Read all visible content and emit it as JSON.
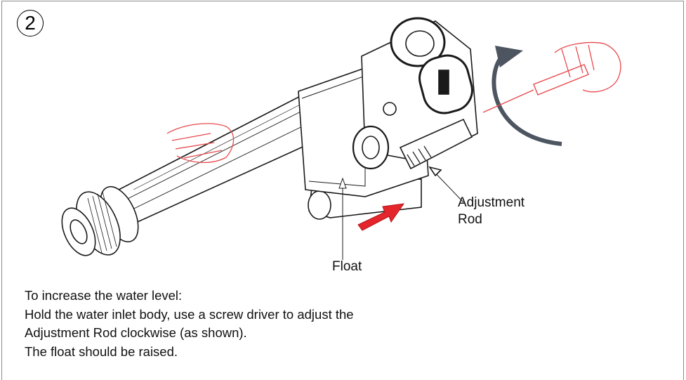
{
  "step": {
    "number": "2"
  },
  "labels": {
    "adjustment_rod_line1": "Adjustment",
    "adjustment_rod_line2": "Rod",
    "float": "Float"
  },
  "instructions": {
    "lines": [
      "To increase the water level:",
      "Hold the water inlet body, use a screw driver to adjust the",
      "Adjustment Rod clockwise (as shown).",
      "The float should be raised."
    ]
  },
  "colors": {
    "hand_outline": "#e8484d",
    "push_arrow": "#e4262c",
    "rotation_arrow": "#5b6470",
    "line_art": "#1a1a1a"
  }
}
